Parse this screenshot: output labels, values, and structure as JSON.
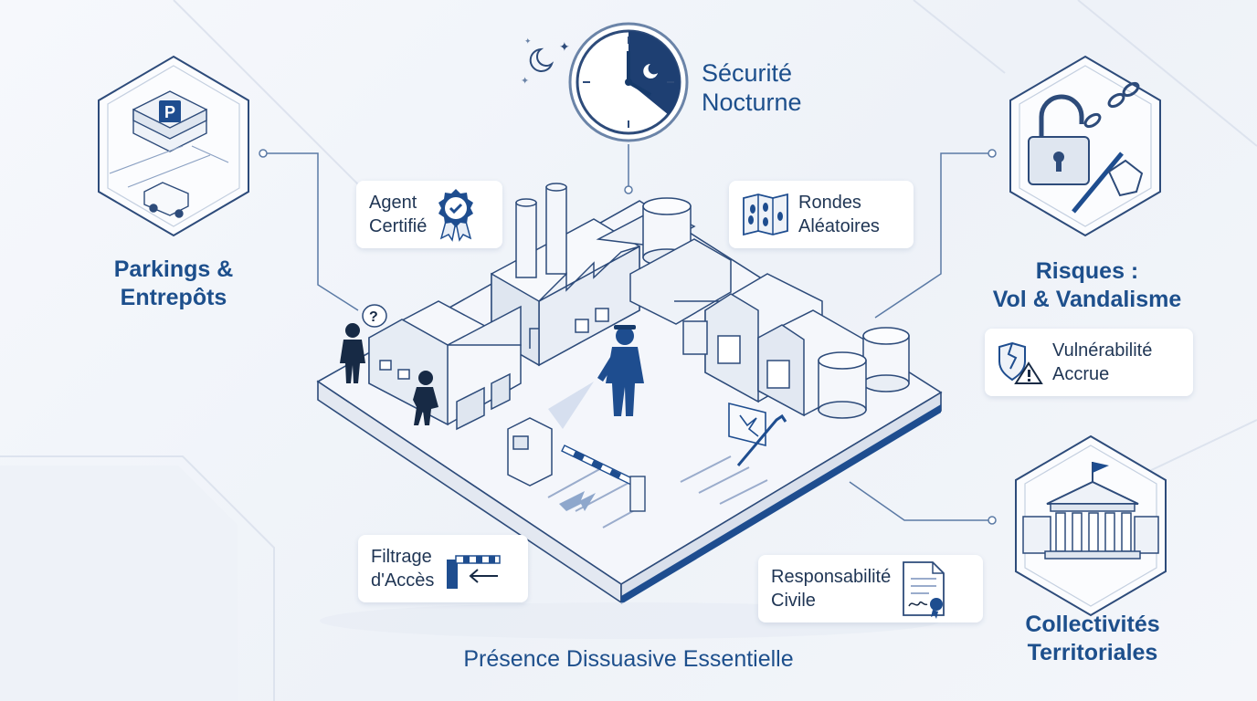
{
  "hubs": {
    "parkings": {
      "line1": "Parkings &",
      "line2": "Entrepôts",
      "icon": "parking-garage-icon"
    },
    "risques": {
      "line1": "Risques :",
      "line2": "Vol & Vandalisme",
      "icon": "broken-lock-icon"
    },
    "collectivites": {
      "line1": "Collectivités",
      "line2": "Territoriales",
      "icon": "town-hall-icon"
    }
  },
  "clock": {
    "line1": "Sécurité",
    "line2": "Nocturne",
    "icon": "night-clock-icon"
  },
  "cards": {
    "agent": {
      "line1": "Agent",
      "line2": "Certifié",
      "icon": "certified-badge-icon"
    },
    "rondes": {
      "line1": "Rondes",
      "line2": "Aléatoires",
      "icon": "patrol-map-icon"
    },
    "vulnerabilite": {
      "line1": "Vulnérabilité",
      "line2": "Accrue",
      "icon": "warning-shield-icon"
    },
    "filtrage": {
      "line1": "Filtrage",
      "line2": "d'Accès",
      "icon": "barrier-gate-icon"
    },
    "responsabilite": {
      "line1": "Responsabilité",
      "line2": "Civile",
      "icon": "signed-document-icon"
    }
  },
  "footer": {
    "title": "Présence Dissuasive Essentielle"
  },
  "colors": {
    "primary": "#1d4f8c",
    "navy": "#163a6b",
    "line": "#6b84a8",
    "paper": "#f4f6fa"
  }
}
